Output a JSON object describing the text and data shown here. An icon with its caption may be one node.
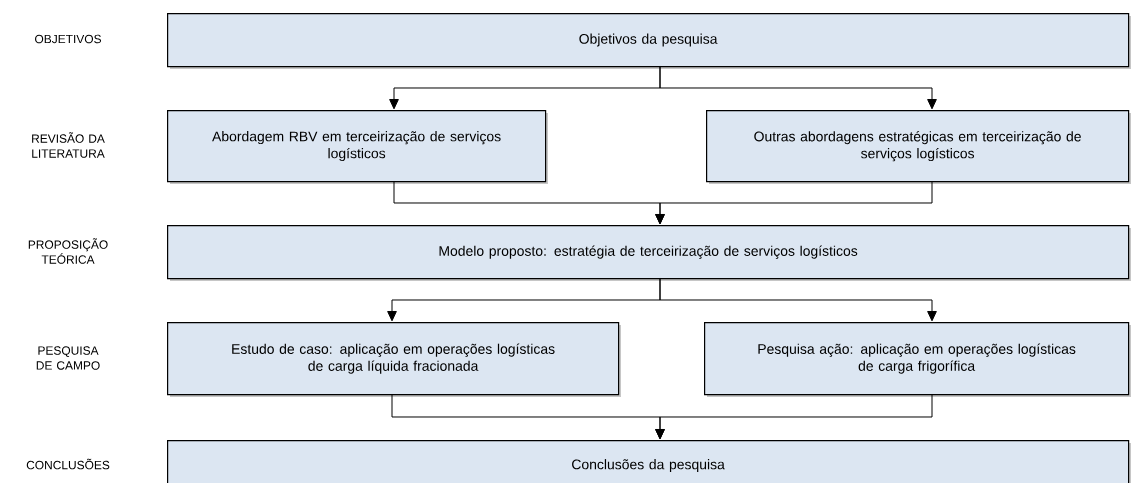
{
  "diagram": {
    "nodes": [
      {
        "text": [
          "Objetivos da pesquisa"
        ]
      },
      {
        "text": [
          "Abordagem RBV em terceirização de serviços logísticos"
        ]
      },
      {
        "text": [
          "Outras abordagens estratégicas em terceirização de serviços logísticos"
        ]
      },
      {
        "text": [
          "Modelo proposto: estratégia de terceirização de serviços logísticos"
        ]
      },
      {
        "text": [
          "Estudo de caso: aplicação em operações logísticas de carga líquida fracionada"
        ]
      },
      {
        "text": [
          "Pesquisa ação: aplicação em operações logísticas de carga frigorífica"
        ]
      },
      {
        "text": [
          "Conclusões da pesquisa"
        ]
      }
    ],
    "edges": [
      {
        "from": 0,
        "to": 1,
        "arrow": "to"
      },
      {
        "from": 0,
        "to": 2,
        "arrow": "to"
      },
      {
        "from": 1,
        "to": 3,
        "arrow": "to"
      },
      {
        "from": 2,
        "to": 3,
        "arrow": "to"
      },
      {
        "from": 3,
        "to": 4,
        "arrow": "to"
      },
      {
        "from": 3,
        "to": 5,
        "arrow": "to"
      },
      {
        "from": 4,
        "to": 6,
        "arrow": "to"
      },
      {
        "from": 5,
        "to": 6,
        "arrow": "to"
      }
    ],
    "labels": [
      "OBJETIVOS",
      "REVISÃO DA LITERATURA",
      "PROPOSIÇÃO TEÓRICA",
      "PESQUISA DE CAMPO",
      "CONCLUSÕES"
    ]
  }
}
